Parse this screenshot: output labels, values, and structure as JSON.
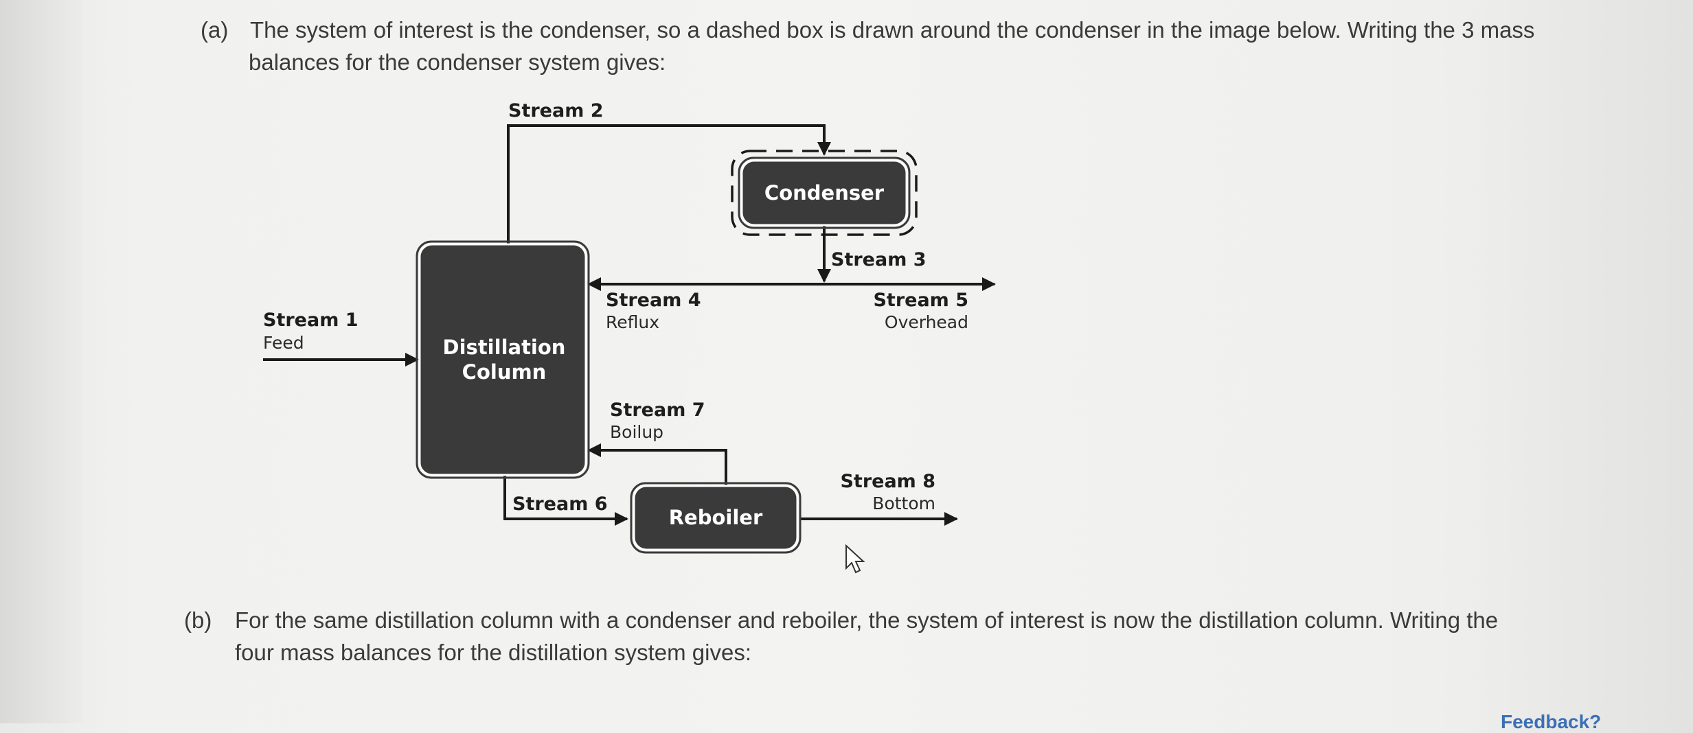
{
  "part_a": {
    "marker": "(a)",
    "line1": "The system of interest is the condenser, so a dashed box is drawn around the condenser in the image below. Writing the 3 mass",
    "line2": "balances for the condenser system gives:"
  },
  "part_b": {
    "marker": "(b)",
    "line1": "For the same distillation column with a condenser and reboiler, the system of interest is now the distillation column. Writing the",
    "line2": "four mass balances for the distillation system gives:"
  },
  "diagram": {
    "units": {
      "column": "Distillation",
      "column2": "Column",
      "condenser": "Condenser",
      "reboiler": "Reboiler"
    },
    "streams": {
      "s1": "Stream 1",
      "s1_sub": "Feed",
      "s2": "Stream 2",
      "s3": "Stream 3",
      "s4": "Stream 4",
      "s4_sub": "Reflux",
      "s5": "Stream 5",
      "s5_sub": "Overhead",
      "s6": "Stream 6",
      "s7": "Stream 7",
      "s7_sub": "Boilup",
      "s8": "Stream 8",
      "s8_sub": "Bottom"
    },
    "colors": {
      "unit_fill": "#3a3a3a",
      "line": "#1a1a1a"
    }
  },
  "footer": {
    "feedback": "Feedback?"
  }
}
